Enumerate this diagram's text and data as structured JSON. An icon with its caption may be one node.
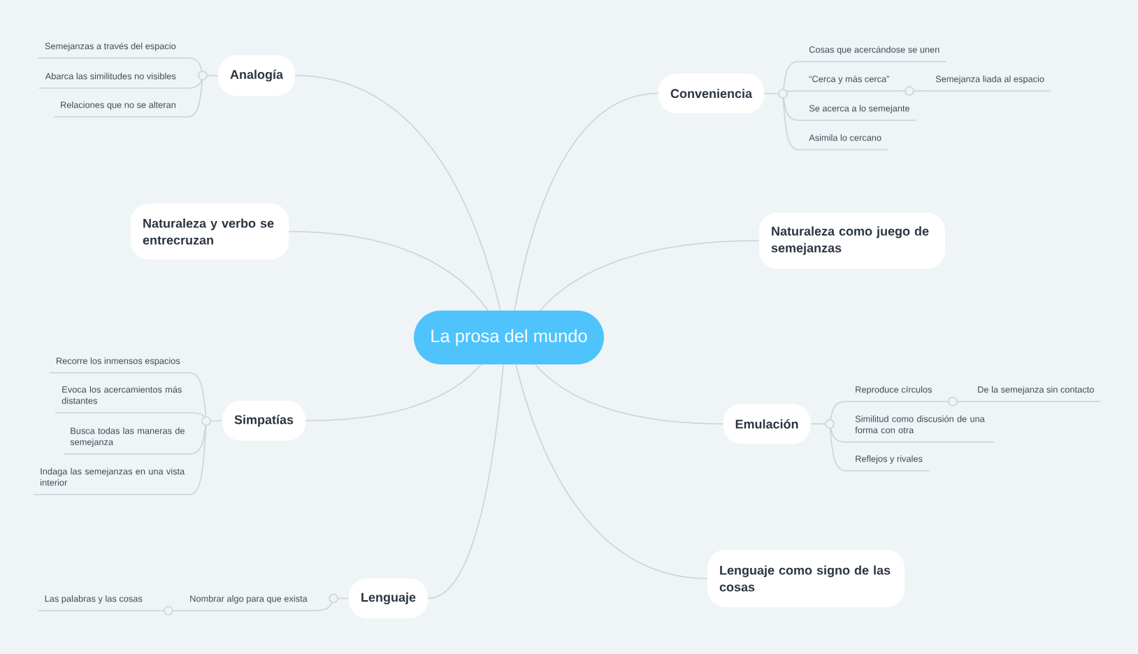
{
  "diagram": {
    "nodes": [
      {
        "text": [
          "La prosa del mundo"
        ]
      },
      {
        "text": [
          "Analogía"
        ]
      },
      {
        "text": [],
        "shape": "circle"
      },
      {
        "text": [
          "Semejanzas a través del espacio"
        ]
      },
      {
        "text": [
          "Abarca las similitudes no visibles"
        ]
      },
      {
        "text": [
          "Relaciones que no se alteran"
        ]
      },
      {
        "text": [
          "Naturaleza y verbo se entrecruzan"
        ]
      },
      {
        "text": [
          "Simpatías"
        ]
      },
      {
        "text": [],
        "shape": "circle"
      },
      {
        "text": [
          "Recorre los inmensos espacios"
        ]
      },
      {
        "text": [
          "Evoca los acercamientos más distantes"
        ]
      },
      {
        "text": [
          "Busca todas las maneras de semejanza"
        ]
      },
      {
        "text": [
          "Indaga las semejanzas en una vista interior"
        ]
      },
      {
        "text": [
          "Lenguaje"
        ]
      },
      {
        "text": [],
        "shape": "circle"
      },
      {
        "text": [
          "Nombrar algo para que exista"
        ]
      },
      {
        "text": [],
        "shape": "circle"
      },
      {
        "text": [
          "Las palabras y las cosas"
        ]
      },
      {
        "text": [
          "Conveniencia"
        ]
      },
      {
        "text": [],
        "shape": "circle"
      },
      {
        "text": [
          "Cosas que acercándose se unen"
        ]
      },
      {
        "text": [
          "“Cerca y más cerca”"
        ]
      },
      {
        "text": [],
        "shape": "circle"
      },
      {
        "text": [
          "Semejanza liada al espacio"
        ]
      },
      {
        "text": [
          "Se acerca a lo semejante"
        ]
      },
      {
        "text": [
          "Asimila lo cercano"
        ]
      },
      {
        "text": [
          "Naturaleza como juego de semejanzas"
        ]
      },
      {
        "text": [
          "Emulación"
        ]
      },
      {
        "text": [],
        "shape": "circle"
      },
      {
        "text": [
          "Reproduce círculos"
        ]
      },
      {
        "text": [],
        "shape": "circle"
      },
      {
        "text": [
          "De la semejanza sin contacto"
        ]
      },
      {
        "text": [
          "Similitud como discusión de una forma con otra"
        ]
      },
      {
        "text": [
          "Reflejos y rivales"
        ]
      },
      {
        "text": [
          "Lenguaje como signo de las cosas"
        ]
      }
    ],
    "edges": [
      {
        "from": 0,
        "to": 1,
        "arrow": "none"
      },
      {
        "from": 1,
        "to": 2,
        "arrow": "none"
      },
      {
        "from": 2,
        "to": 3,
        "arrow": "none"
      },
      {
        "from": 2,
        "to": 4,
        "arrow": "none"
      },
      {
        "from": 2,
        "to": 5,
        "arrow": "none"
      },
      {
        "from": 0,
        "to": 6,
        "arrow": "none"
      },
      {
        "from": 0,
        "to": 7,
        "arrow": "none"
      },
      {
        "from": 7,
        "to": 8,
        "arrow": "none"
      },
      {
        "from": 8,
        "to": 9,
        "arrow": "none"
      },
      {
        "from": 8,
        "to": 10,
        "arrow": "none"
      },
      {
        "from": 8,
        "to": 11,
        "arrow": "none"
      },
      {
        "from": 8,
        "to": 12,
        "arrow": "none"
      },
      {
        "from": 0,
        "to": 13,
        "arrow": "none"
      },
      {
        "from": 13,
        "to": 14,
        "arrow": "none"
      },
      {
        "from": 14,
        "to": 15,
        "arrow": "none"
      },
      {
        "from": 15,
        "to": 16,
        "arrow": "none"
      },
      {
        "from": 16,
        "to": 17,
        "arrow": "none"
      },
      {
        "from": 0,
        "to": 18,
        "arrow": "none"
      },
      {
        "from": 18,
        "to": 19,
        "arrow": "none"
      },
      {
        "from": 19,
        "to": 20,
        "arrow": "none"
      },
      {
        "from": 19,
        "to": 21,
        "arrow": "none"
      },
      {
        "from": 21,
        "to": 22,
        "arrow": "none"
      },
      {
        "from": 22,
        "to": 23,
        "arrow": "none"
      },
      {
        "from": 19,
        "to": 24,
        "arrow": "none"
      },
      {
        "from": 19,
        "to": 25,
        "arrow": "none"
      },
      {
        "from": 0,
        "to": 26,
        "arrow": "none"
      },
      {
        "from": 0,
        "to": 27,
        "arrow": "none"
      },
      {
        "from": 27,
        "to": 28,
        "arrow": "none"
      },
      {
        "from": 28,
        "to": 29,
        "arrow": "none"
      },
      {
        "from": 29,
        "to": 30,
        "arrow": "none"
      },
      {
        "from": 30,
        "to": 31,
        "arrow": "none"
      },
      {
        "from": 28,
        "to": 32,
        "arrow": "none"
      },
      {
        "from": 28,
        "to": 33,
        "arrow": "none"
      },
      {
        "from": 0,
        "to": 34,
        "arrow": "none"
      }
    ]
  }
}
